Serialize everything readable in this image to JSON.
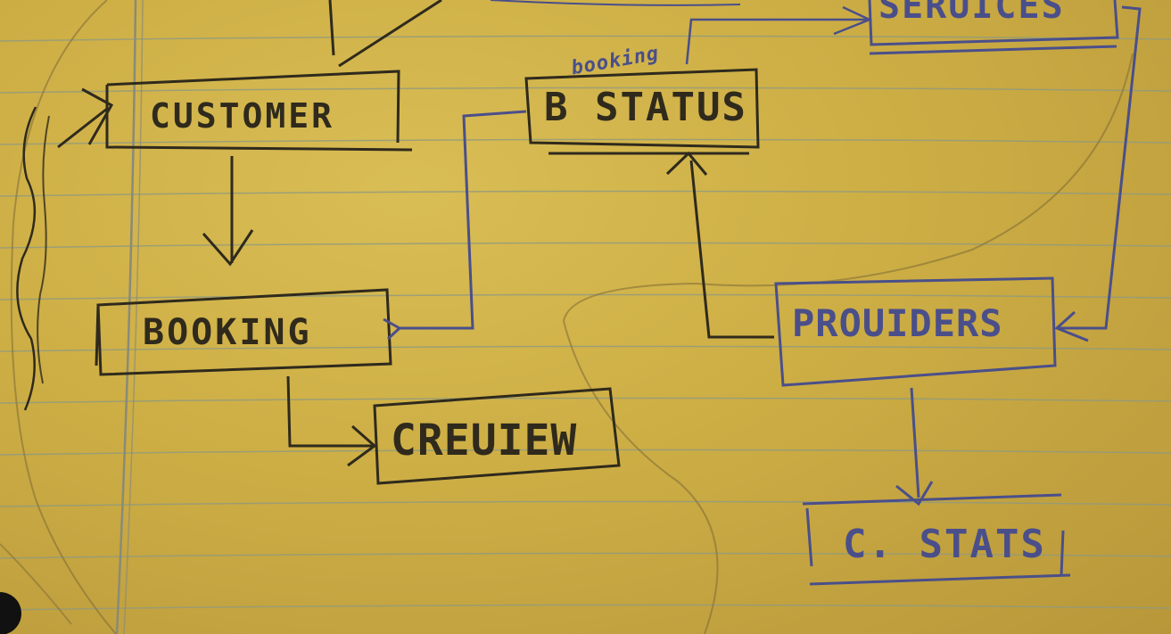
{
  "colors": {
    "paper": "#cdae45",
    "rule_line": "#8e9a80",
    "margin_line": "#8a8a78",
    "pencil": "#2f2a1c",
    "blue_pen": "#4a4f8a"
  },
  "diagram": {
    "nodes": {
      "customer": "CUSTOMER",
      "booking": "BOOKING",
      "creview": "CREUIEW",
      "bstatus": "B STATUS",
      "bstatus_note": "booking",
      "services": "SERUICES",
      "providers": "PROUIDERS",
      "cstats": "C. STATS"
    }
  }
}
